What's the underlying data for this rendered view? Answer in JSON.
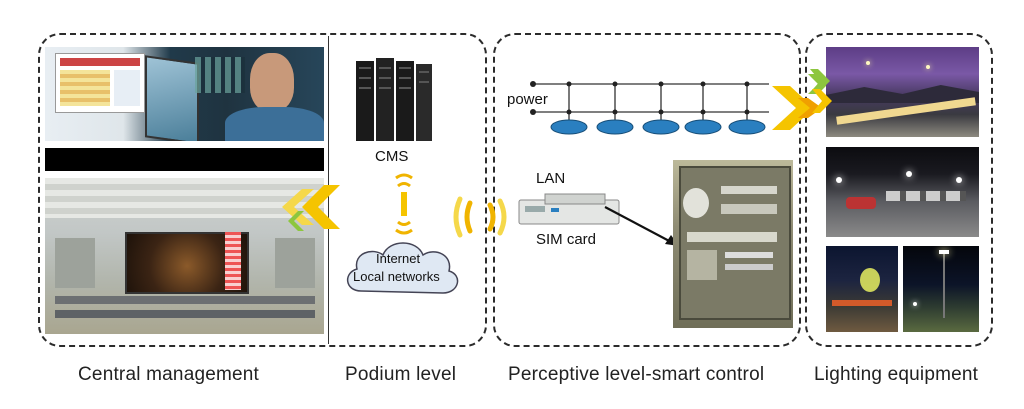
{
  "captions": {
    "central": "Central management",
    "podium": "Podium level",
    "perceptive": "Perceptive level-smart control",
    "lighting": "Lighting equipment"
  },
  "labels": {
    "cms": "CMS",
    "internet": "Internet",
    "local_networks": "Local networks",
    "power": "power",
    "lan": "LAN",
    "sim_card": "SIM card"
  },
  "colors": {
    "dash_border": "#2b2b2b",
    "arrow_yellow": "#f5c400",
    "arrow_orange": "#f0a000",
    "arrow_green": "#8dc63f",
    "cloud_fill": "#dfe8f3",
    "lamp_blue": "#2a7fc0"
  },
  "icons": {
    "server": "server-rack-icon",
    "cloud": "cloud-icon",
    "signal": "wireless-signal-icon",
    "controller": "din-rail-controller-icon",
    "lamp": "street-lamp-icon"
  }
}
